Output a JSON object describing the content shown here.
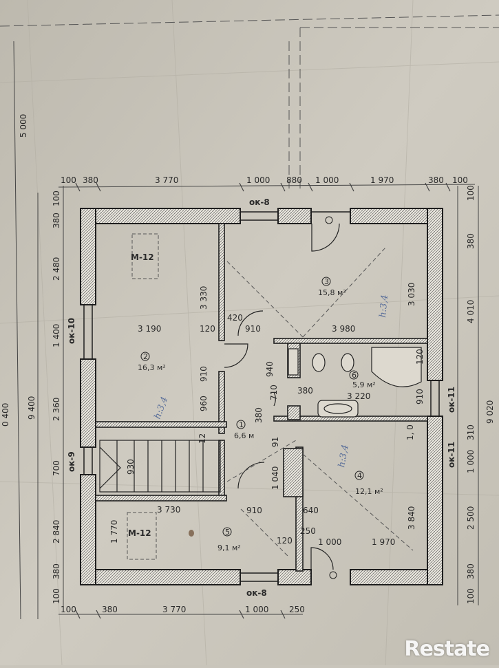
{
  "dims": {
    "top": [
      "100",
      "380",
      "3 770",
      "1 000",
      "880",
      "1 000",
      "1 970",
      "380",
      "100"
    ],
    "bottom": [
      "100",
      "380",
      "3 770",
      "1 000",
      "250"
    ],
    "left_outer": [
      "5 000",
      "0 400",
      "9 400"
    ],
    "left_inner": [
      "100",
      "380",
      "2 480",
      "1 400",
      "2 360",
      "700",
      "2 840",
      "380",
      "100"
    ],
    "right_inner": [
      "100",
      "380",
      "4 010",
      "310",
      "1 000",
      "2 500",
      "380",
      "100"
    ],
    "right_outer": [
      "9 020"
    ],
    "interior": {
      "d3190": "3 190",
      "d120a": "120",
      "d420": "420",
      "d910a": "910",
      "d3980": "3 980",
      "d3330": "3 330",
      "d910b": "910",
      "d960": "960",
      "d940": "940",
      "d710": "710",
      "d380": "380",
      "d3220": "3 220",
      "d910c": "910",
      "d120b": "120",
      "d3030": "3 030",
      "d12": "12",
      "d930": "930",
      "d380b": "380",
      "d91": "91",
      "d1040": "1 040",
      "d3730": "3 730",
      "d910d": "910",
      "d640": "640",
      "d1770": "1 770",
      "d250": "250",
      "d120c": "120",
      "d1000": "1 000",
      "d1970": "1 970",
      "d3840": "3 840",
      "d10": "1, 0"
    }
  },
  "tags": {
    "ok8_top": "ок-8",
    "ok8_bottom": "ок-8",
    "ok10": "ок-10",
    "ok9": "ок-9",
    "ok11a": "ок-11",
    "ok11b": "ок-11",
    "m12a": "М-12",
    "m12b": "М-12"
  },
  "rooms": [
    {
      "num": "2",
      "area": "16,3 м²"
    },
    {
      "num": "3",
      "area": "15,8 м²"
    },
    {
      "num": "6",
      "area": "5,9 м²"
    },
    {
      "num": "1",
      "area": "6,6 м"
    },
    {
      "num": "4",
      "area": "12,1 м²"
    },
    {
      "num": "5",
      "area": "9,1 м²"
    }
  ],
  "handwriting": {
    "h1": "h:3,4",
    "h2": "h:3,4",
    "h3": "h:3,4"
  },
  "logo": "Restate"
}
